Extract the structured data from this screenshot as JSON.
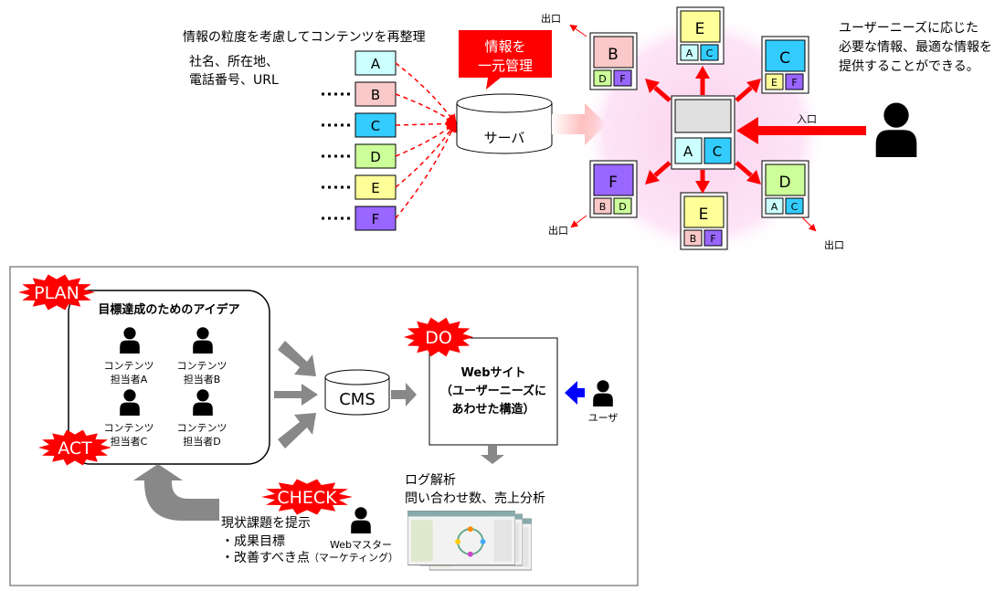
{
  "top": {
    "reorg_caption": "情報の粒度を考慮してコンテンツを再整理",
    "attrs_line1": "社名、所在地、",
    "attrs_line2": "電話番号、URL",
    "blocks": [
      {
        "label": "A",
        "color": "#ccffff"
      },
      {
        "label": "B",
        "color": "#f9c8c8"
      },
      {
        "label": "C",
        "color": "#33ccff"
      },
      {
        "label": "D",
        "color": "#ccff99"
      },
      {
        "label": "E",
        "color": "#ffff99"
      },
      {
        "label": "F",
        "color": "#9966ff"
      }
    ],
    "callout_line1": "情報を",
    "callout_line2": "一元管理",
    "server_label": "サーバ",
    "user_text_line1": "ユーザーニーズに応じた",
    "user_text_line2": "必要な情報、最適な情報を",
    "user_text_line3": "提供することができる。",
    "entrance_label": "入口",
    "exit_label": "出口",
    "hub_tiles": [
      "A",
      "C"
    ],
    "satellites": [
      {
        "main": "E",
        "subs": [
          "A",
          "C"
        ]
      },
      {
        "main": "C",
        "subs": [
          "E",
          "F"
        ]
      },
      {
        "main": "D",
        "subs": [
          "A",
          "C"
        ]
      },
      {
        "main": "E",
        "subs": [
          "B",
          "F"
        ]
      },
      {
        "main": "F",
        "subs": [
          "B",
          "D"
        ]
      },
      {
        "main": "B",
        "subs": [
          "D",
          "F"
        ]
      }
    ]
  },
  "cycle": {
    "plan_label": "PLAN",
    "act_label": "ACT",
    "do_label": "DO",
    "check_label": "CHECK",
    "idea_title": "目標達成のためのアイデア",
    "owners": [
      {
        "line1": "コンテンツ",
        "line2": "担当者A"
      },
      {
        "line1": "コンテンツ",
        "line2": "担当者B"
      },
      {
        "line1": "コンテンツ",
        "line2": "担当者C"
      },
      {
        "line1": "コンテンツ",
        "line2": "担当者D"
      }
    ],
    "cms_label": "CMS",
    "website_line1": "Webサイト",
    "website_line2": "（ユーザーニーズに",
    "website_line3": "あわせた構造）",
    "user_label": "ユーザ",
    "log_line1": "ログ解析",
    "log_line2": "問い合わせ数、売上分析",
    "issues_line1": "現状課題を提示",
    "issues_line2": "・成果目標",
    "issues_line3": "・改善すべき点",
    "webmaster_line1": "Webマスター",
    "webmaster_line2": "（マーケティング）"
  },
  "colors": {
    "red": "#ff0000",
    "gray": "#888888",
    "pink_glow": "#fde0f5",
    "blue_arrow": "#0000ff"
  }
}
